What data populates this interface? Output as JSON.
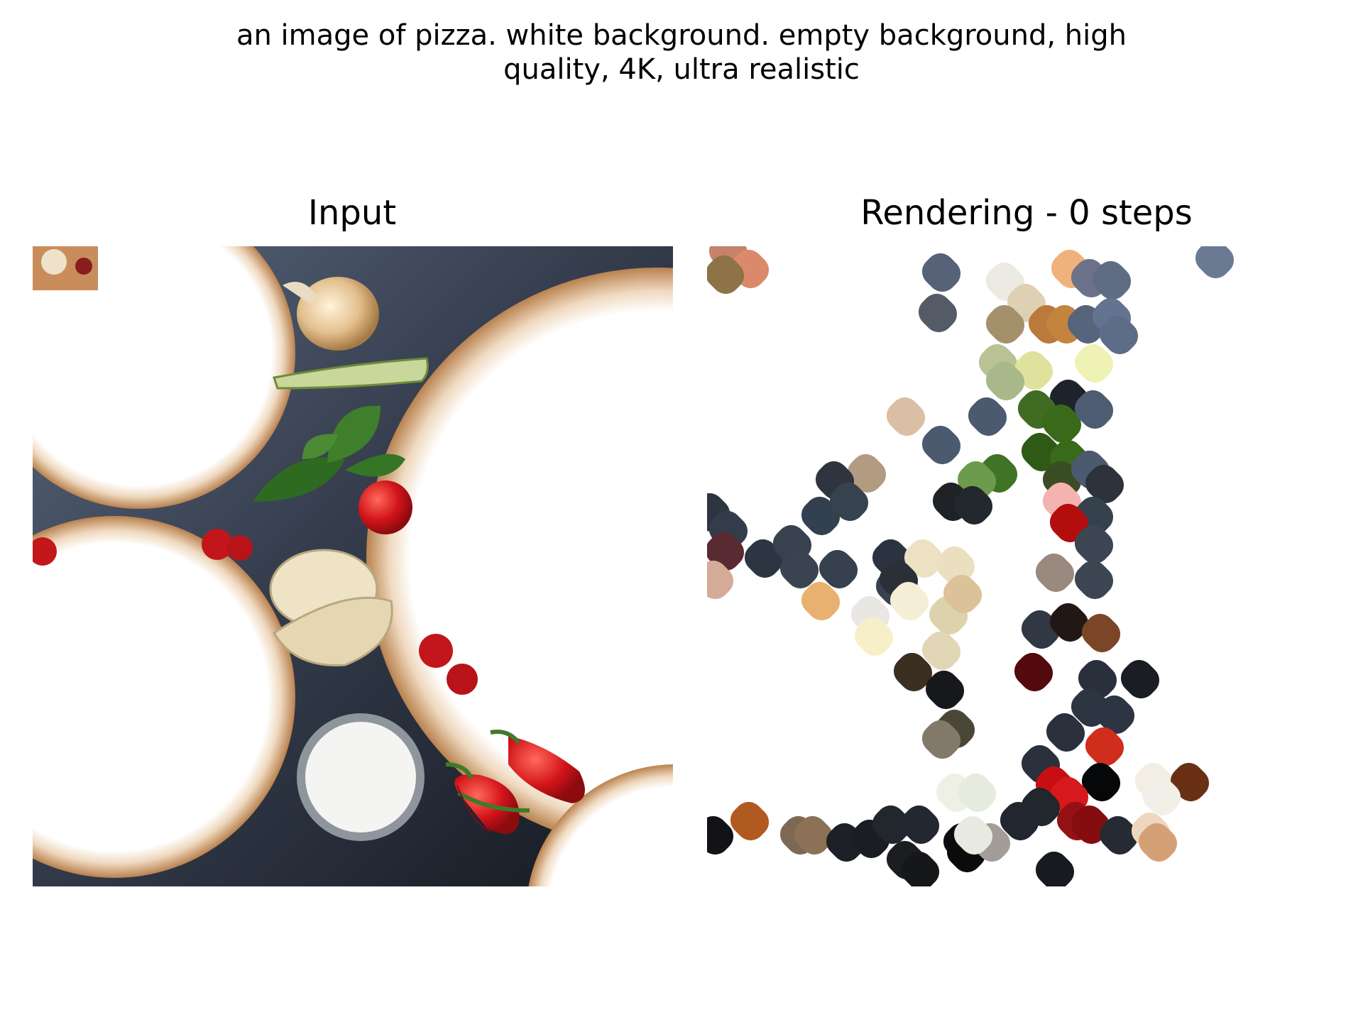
{
  "figure": {
    "title_line1": "an image of pizza. white background. empty background, high",
    "title_line2": "quality, 4K, ultra realistic"
  },
  "panels": {
    "input_title": "Input",
    "render_title": "Rendering - 0 steps"
  },
  "colors": {
    "table_dark": "#2f3542",
    "table_light": "#5f6e86",
    "crust": "#e9c9a4",
    "tomato": "#d8181e",
    "basil": "#3f7a2a",
    "garlic": "#e9dcc3"
  }
}
